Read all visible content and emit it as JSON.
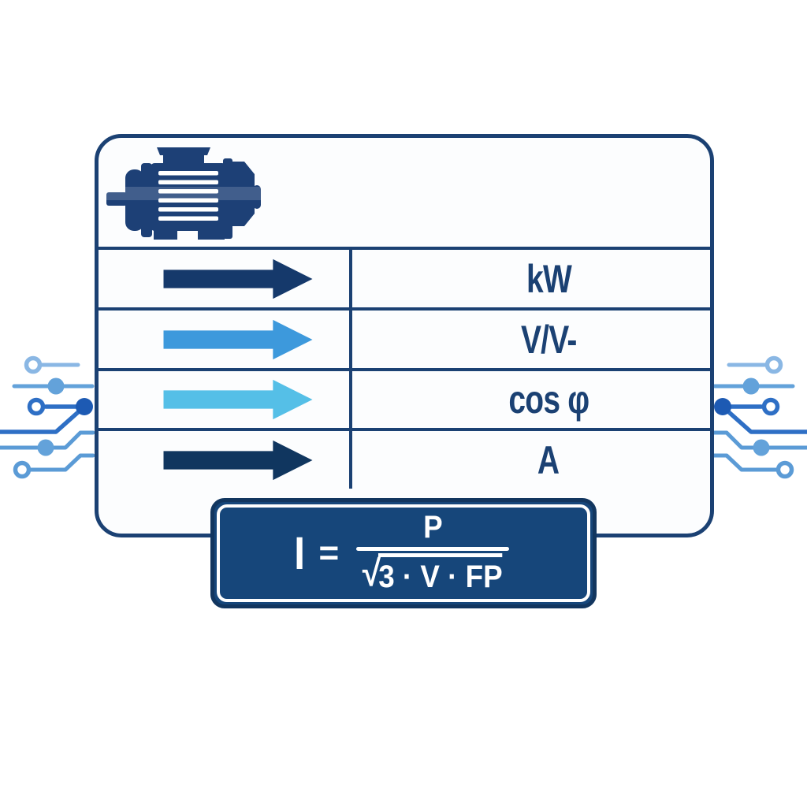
{
  "illustration": {
    "subject": "three-phase-motor-current-formula-diagram",
    "motor_icon": "electric-motor-icon"
  },
  "rows": [
    {
      "arrow_icon": "right-arrow-dark-navy",
      "arrow_color": "#15396b",
      "label": "kW"
    },
    {
      "arrow_icon": "right-arrow-medium-blue",
      "arrow_color": "#3d99dc",
      "label": "V/V-"
    },
    {
      "arrow_icon": "right-arrow-light-blue",
      "arrow_color": "#55bfe7",
      "label": "cos φ"
    },
    {
      "arrow_icon": "right-arrow-dark-navy",
      "arrow_color": "#10365f",
      "label": "A"
    }
  ],
  "formula": {
    "lhs": "I",
    "equals": "=",
    "numerator": "P",
    "radical_sign": "√",
    "radicand": "3 · V · FP"
  },
  "colors": {
    "panel_border": "#1b4173",
    "label_text": "#1b4173",
    "formula_box_fill": "#16467a",
    "formula_text": "#ffffff",
    "circuit_light": "#8ab7e4",
    "circuit_medium": "#63a2da",
    "circuit_dark": "#2e6fc5",
    "circuit_node_dark": "#1d5ab3"
  }
}
